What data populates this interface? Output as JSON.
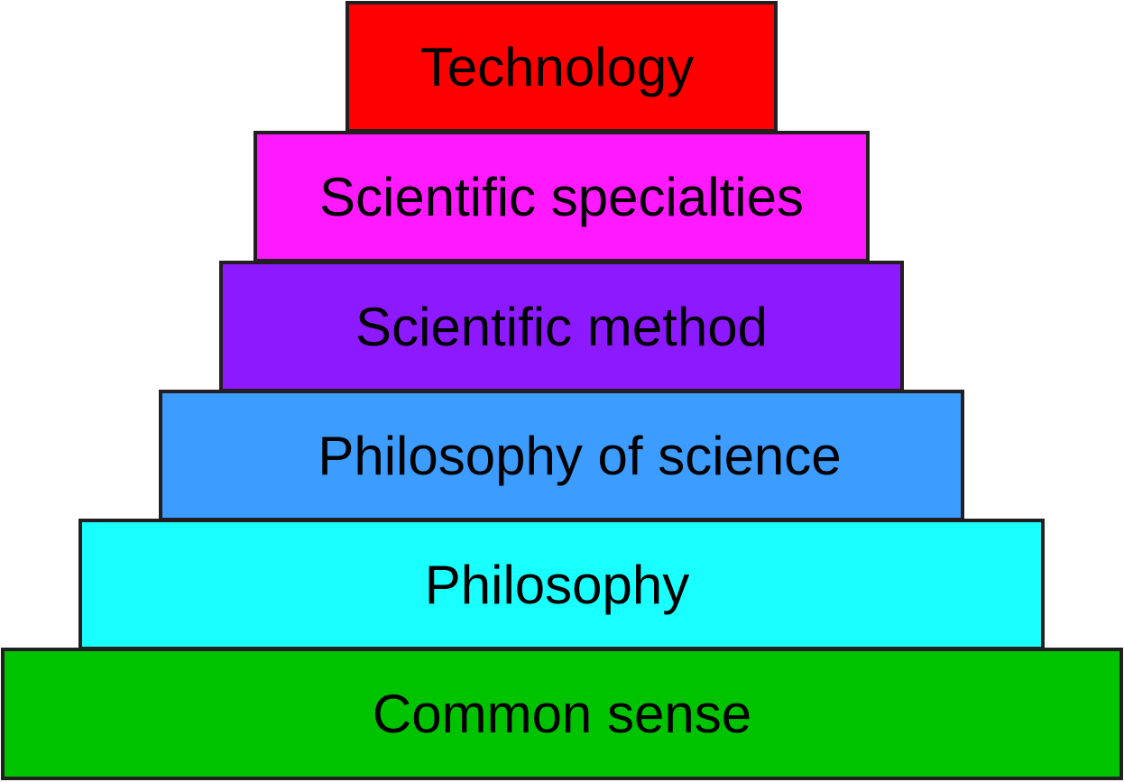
{
  "diagram": {
    "tiers": [
      {
        "label": "Technology",
        "color": "#ff0000"
      },
      {
        "label": "Scientific specialties",
        "color": "#ff19ff"
      },
      {
        "label": "Scientific method",
        "color": "#8c19ff"
      },
      {
        "label": "Philosophy of science",
        "color": "#3c9cff"
      },
      {
        "label": "Philosophy",
        "color": "#19ffff"
      },
      {
        "label": "Common sense",
        "color": "#00c300"
      }
    ]
  }
}
